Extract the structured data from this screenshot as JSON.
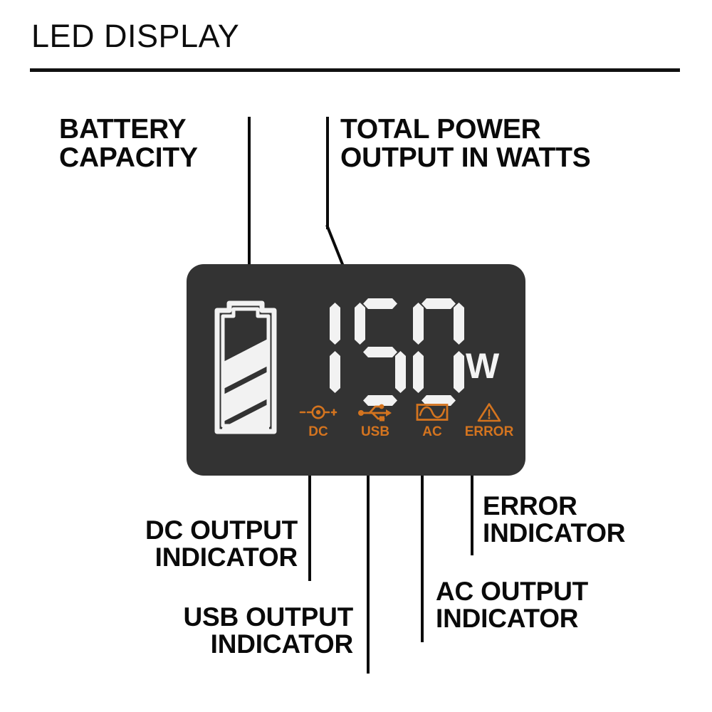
{
  "header": {
    "title": "LED DISPLAY"
  },
  "colors": {
    "panel_background": "#333333",
    "accent_orange": "#d4741f",
    "segment_white": "#f2f2f2",
    "text_black": "#0a0a0a",
    "page_background": "#ffffff"
  },
  "callouts": [
    {
      "id": "battery-capacity",
      "text": "BATTERY\nCAPACITY"
    },
    {
      "id": "total-power",
      "text": "TOTAL POWER\nOUTPUT IN WATTS"
    },
    {
      "id": "dc-output",
      "text": "DC OUTPUT\nINDICATOR"
    },
    {
      "id": "usb-output",
      "text": "USB OUTPUT\nINDICATOR"
    },
    {
      "id": "ac-output",
      "text": "AC OUTPUT\nINDICATOR"
    },
    {
      "id": "error-indicator",
      "text": "ERROR\nINDICATOR"
    }
  ],
  "panel": {
    "battery": {
      "icon_name": "battery-capacity-icon",
      "total_bars": 4,
      "filled_bars": 3
    },
    "readout": {
      "value": "150",
      "digits": [
        "1",
        "5",
        "0"
      ],
      "unit": "W",
      "style": "seven-segment"
    },
    "indicators": [
      {
        "id": "dc",
        "label": "DC",
        "icon_name": "dc-output-icon"
      },
      {
        "id": "usb",
        "label": "USB",
        "icon_name": "usb-output-icon"
      },
      {
        "id": "ac",
        "label": "AC",
        "icon_name": "ac-output-icon"
      },
      {
        "id": "error",
        "label": "ERROR",
        "icon_name": "error-warning-icon"
      }
    ]
  }
}
